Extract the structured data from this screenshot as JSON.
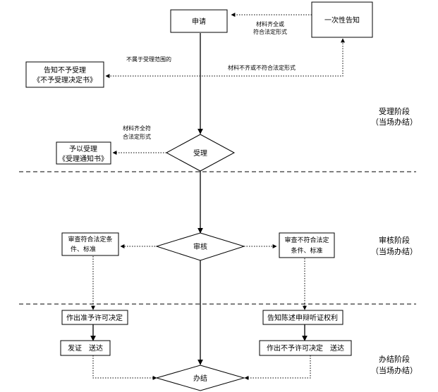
{
  "nodes": {
    "apply": "申请",
    "one_time_notice": "一次性告知",
    "not_accepted_l1": "告知不予受理",
    "not_accepted_l2": "《不予受理决定书》",
    "accepted_l1": "予以受理",
    "accepted_l2": "《受理通知书》",
    "accept": "受理",
    "review": "审核",
    "meets_l1": "审查符合法定条",
    "meets_l2": "件、标准",
    "not_meet_l1": "审查不符合法定",
    "not_meet_l2": "条件、标准",
    "grant_decision": "作出准予许可决定",
    "hearing_notice": "告知陈述申辩听证权利",
    "issue_deliver": "发证　送达",
    "deny_deliver": "作出不予许可决定　送达",
    "complete": "办结"
  },
  "edge_labels": {
    "complete_or_legal_l1": "材料齐全或",
    "complete_or_legal_l2": "符合法定形式",
    "out_of_scope": "不属于受理范围的",
    "incomplete_or_illegal": "材料不齐或不符合法定形式",
    "complete_legal_l1": "材料齐全符",
    "complete_legal_l2": "合法定形式"
  },
  "stages": {
    "acceptance_l1": "受理阶段",
    "acceptance_l2": "（当场办结）",
    "review_l1": "审核阶段",
    "review_l2": "（当场办结）",
    "completion_l1": "办结阶段",
    "completion_l2": "（当场办结）"
  }
}
